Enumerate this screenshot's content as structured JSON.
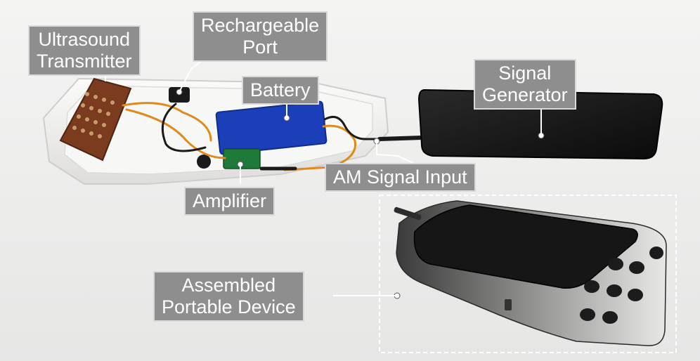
{
  "labels": {
    "ultrasound_transmitter": [
      "Ultrasound",
      "Transmitter"
    ],
    "rechargeable_port": [
      "Rechargeable",
      "Port"
    ],
    "battery": "Battery",
    "signal_generator": [
      "Signal",
      "Generator"
    ],
    "am_signal_input": "AM Signal Input",
    "amplifier": "Amplifier",
    "assembled_portable_device": [
      "Assembled",
      "Portable Device"
    ]
  },
  "colors": {
    "label_background": "#8e8e8e",
    "label_text": "#ffffff",
    "battery_blue": "#1b3fb8",
    "pcb_brown": "#7a3b1e",
    "amplifier_green": "#1f7a3a",
    "phone_black": "#141414"
  }
}
